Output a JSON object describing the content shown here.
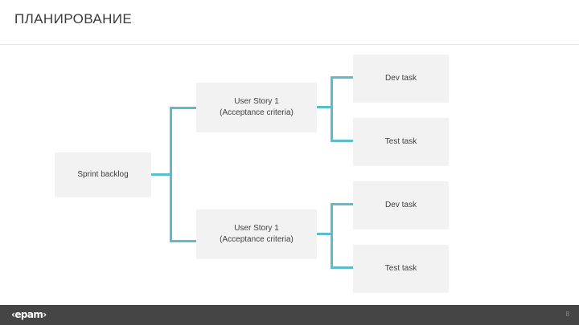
{
  "header": {
    "title": "ПЛАНИРОВАНИЕ"
  },
  "diagram": {
    "type": "tree",
    "accent_color": "#5bbccc",
    "node_fill": "#f2f2f2",
    "nodes": {
      "root": {
        "label": "Sprint backlog"
      },
      "story_1": {
        "label": "User Story 1\n(Acceptance criteria)"
      },
      "story_2": {
        "label": "User Story 1\n(Acceptance criteria)"
      },
      "task_1": {
        "label": "Dev task"
      },
      "task_2": {
        "label": "Test task"
      },
      "task_3": {
        "label": "Dev task"
      },
      "task_4": {
        "label": "Test task"
      }
    }
  },
  "footer": {
    "logo": "‹epam›",
    "page_number": "8",
    "background": "#454545"
  }
}
